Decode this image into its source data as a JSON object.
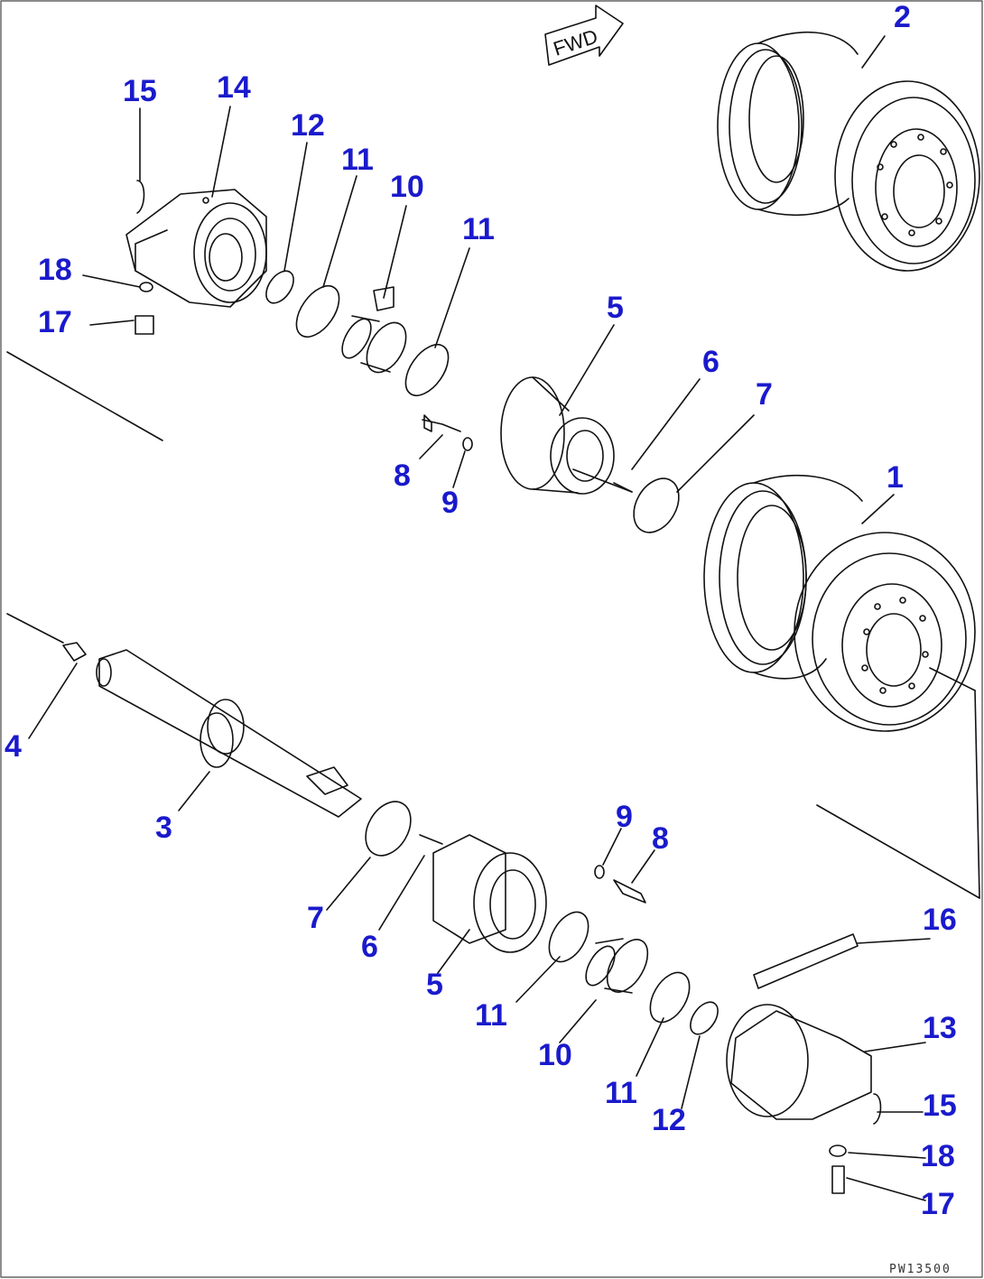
{
  "drawing": {
    "code": "PW13500",
    "fwd_label": "FWD"
  },
  "callouts": [
    {
      "id": "c1",
      "label": "1"
    },
    {
      "id": "c2",
      "label": "2"
    },
    {
      "id": "c3",
      "label": "3"
    },
    {
      "id": "c4",
      "label": "4"
    },
    {
      "id": "c5a",
      "label": "5"
    },
    {
      "id": "c5b",
      "label": "5"
    },
    {
      "id": "c6a",
      "label": "6"
    },
    {
      "id": "c6b",
      "label": "6"
    },
    {
      "id": "c7a",
      "label": "7"
    },
    {
      "id": "c7b",
      "label": "7"
    },
    {
      "id": "c8a",
      "label": "8"
    },
    {
      "id": "c8b",
      "label": "8"
    },
    {
      "id": "c9a",
      "label": "9"
    },
    {
      "id": "c9b",
      "label": "9"
    },
    {
      "id": "c10a",
      "label": "10"
    },
    {
      "id": "c10b",
      "label": "10"
    },
    {
      "id": "c11a",
      "label": "11"
    },
    {
      "id": "c11b",
      "label": "11"
    },
    {
      "id": "c11c",
      "label": "11"
    },
    {
      "id": "c11d",
      "label": "11"
    },
    {
      "id": "c12a",
      "label": "12"
    },
    {
      "id": "c12b",
      "label": "12"
    },
    {
      "id": "c13",
      "label": "13"
    },
    {
      "id": "c14",
      "label": "14"
    },
    {
      "id": "c15a",
      "label": "15"
    },
    {
      "id": "c15b",
      "label": "15"
    },
    {
      "id": "c16",
      "label": "16"
    },
    {
      "id": "c17a",
      "label": "17"
    },
    {
      "id": "c17b",
      "label": "17"
    },
    {
      "id": "c18a",
      "label": "18"
    },
    {
      "id": "c18b",
      "label": "18"
    }
  ],
  "colors": {
    "callout": "#1a1acc",
    "linework": "#111111",
    "background": "#ffffff"
  }
}
